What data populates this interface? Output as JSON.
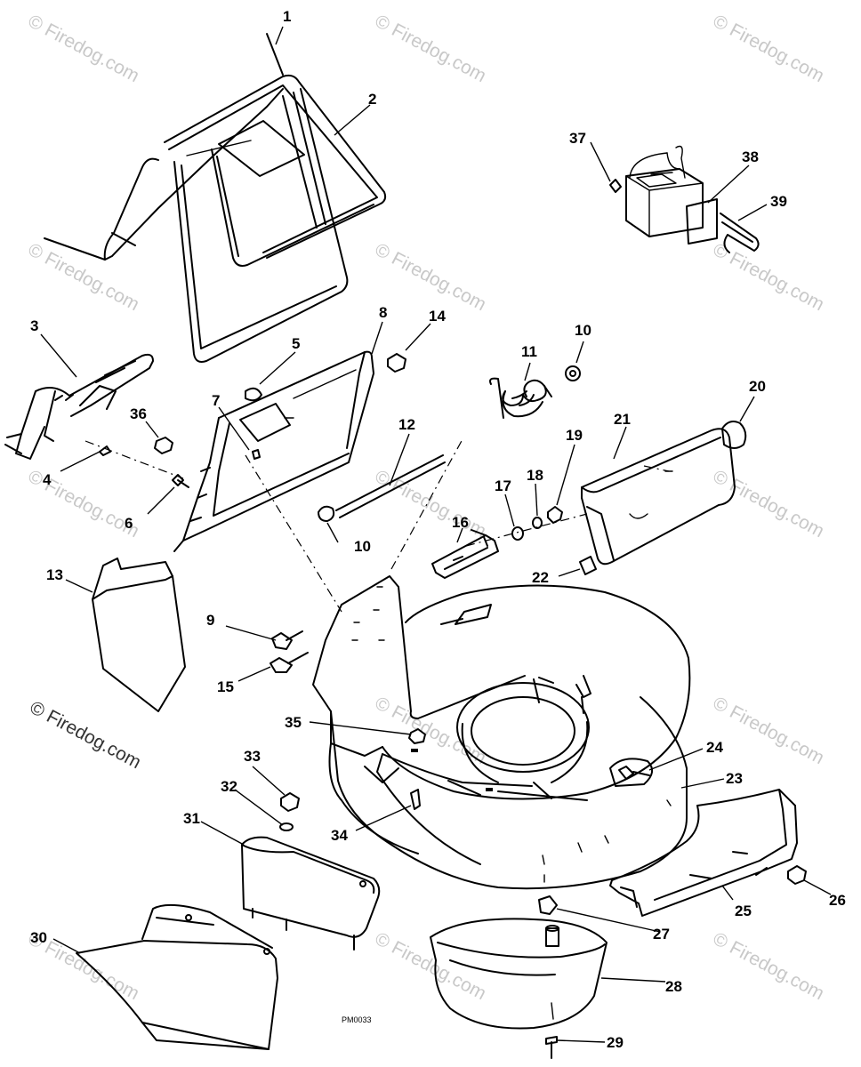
{
  "diagram_code": "PM0033",
  "watermark": {
    "text": "© Firedog.com"
  },
  "callouts": [
    "1",
    "2",
    "3",
    "4",
    "5",
    "6",
    "7",
    "8",
    "9",
    "10",
    "10",
    "11",
    "12",
    "13",
    "14",
    "15",
    "16",
    "17",
    "18",
    "19",
    "20",
    "21",
    "22",
    "23",
    "24",
    "25",
    "26",
    "27",
    "28",
    "29",
    "30",
    "31",
    "32",
    "33",
    "34",
    "35",
    "36",
    "37",
    "38",
    "39"
  ]
}
